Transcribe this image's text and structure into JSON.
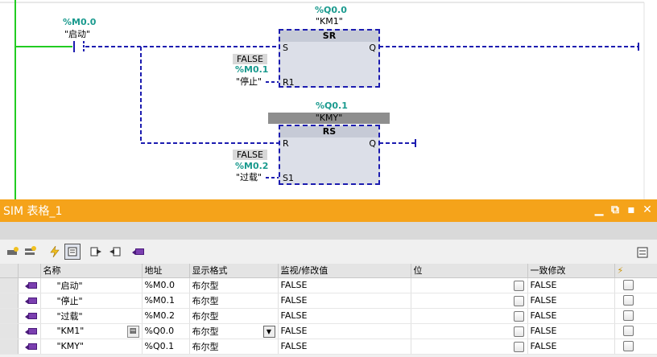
{
  "ladder": {
    "start_contact": {
      "address": "%M0.0",
      "tag": "\"启动\""
    },
    "sr_block": {
      "output_address": "%Q0.0",
      "output_tag": "\"KM1\"",
      "type": "SR",
      "pin_s": "S",
      "pin_q": "Q",
      "pin_r1": "R1",
      "r1_value": "FALSE",
      "r1_address": "%M0.1",
      "r1_tag": "\"停止\""
    },
    "rs_block": {
      "output_address": "%Q0.1",
      "output_tag": "\"KMY\"",
      "type": "RS",
      "pin_r": "R",
      "pin_q": "Q",
      "pin_s1": "S1",
      "s1_value": "FALSE",
      "s1_address": "%M0.2",
      "s1_tag": "\"过载\""
    },
    "colors": {
      "power_rail": "#22cc22",
      "wire": "#1c1cb0",
      "teal": "#1a9a8e"
    }
  },
  "sim": {
    "title": "SIM 表格_1",
    "controls": [
      "▁",
      "⧉",
      "▪",
      "✕"
    ],
    "toolbar_icons": [
      "add-tag-icon",
      "add-all-tags-icon",
      "lightning-icon",
      "monitor-icon",
      "export-icon",
      "import-icon",
      "tag-icon",
      "settings-icon"
    ],
    "headers": {
      "name": "名称",
      "address": "地址",
      "format": "显示格式",
      "monitor": "监视/修改值",
      "bit": "位",
      "consistent": "一致修改",
      "trigger": "⚡"
    },
    "rows": [
      {
        "name": "\"启动\"",
        "address": "%M0.0",
        "format": "布尔型",
        "value": "FALSE",
        "consistent": "FALSE"
      },
      {
        "name": "\"停止\"",
        "address": "%M0.1",
        "format": "布尔型",
        "value": "FALSE",
        "consistent": "FALSE"
      },
      {
        "name": "\"过载\"",
        "address": "%M0.2",
        "format": "布尔型",
        "value": "FALSE",
        "consistent": "FALSE"
      },
      {
        "name": "\"KM1\"",
        "address": "%Q0.0",
        "format": "布尔型",
        "value": "FALSE",
        "consistent": "FALSE"
      },
      {
        "name": "\"KMY\"",
        "address": "%Q0.1",
        "format": "布尔型",
        "value": "FALSE",
        "consistent": "FALSE"
      }
    ]
  }
}
